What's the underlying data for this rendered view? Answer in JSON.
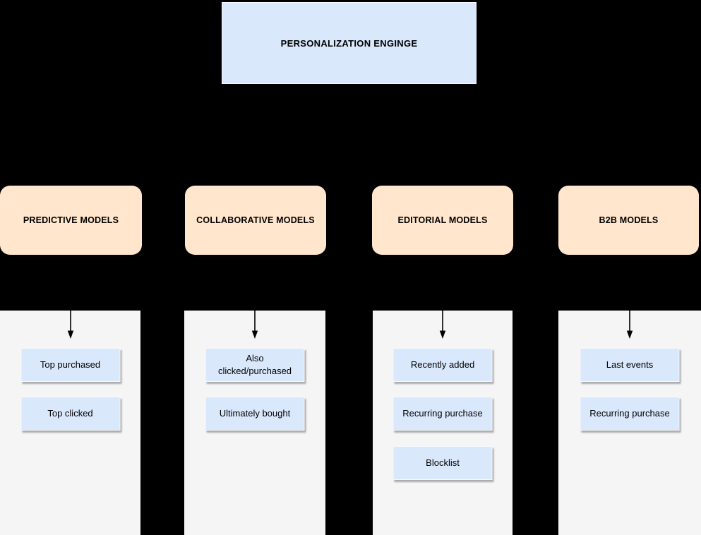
{
  "diagram": {
    "title": "PERSONALIZATION ENGINGE"
  },
  "columns": [
    {
      "header": "PREDICTIVE MODELS",
      "items": [
        "Top purchased",
        "Top clicked"
      ]
    },
    {
      "header": "COLLABORATIVE MODELS",
      "items": [
        "Also\nclicked/purchased",
        "Ultimately bought"
      ]
    },
    {
      "header": "EDITORIAL MODELS",
      "items": [
        "Recently added",
        "Recurring purchase",
        "Blocklist"
      ]
    },
    {
      "header": "B2B MODELS",
      "items": [
        "Last events",
        "Recurring purchase"
      ]
    }
  ],
  "colors": {
    "background": "#000000",
    "node_blue": "#dae8fc",
    "node_orange": "#ffe6cc",
    "panel_gray": "#f5f5f5",
    "arrow": "#000000",
    "text": "#000000"
  }
}
